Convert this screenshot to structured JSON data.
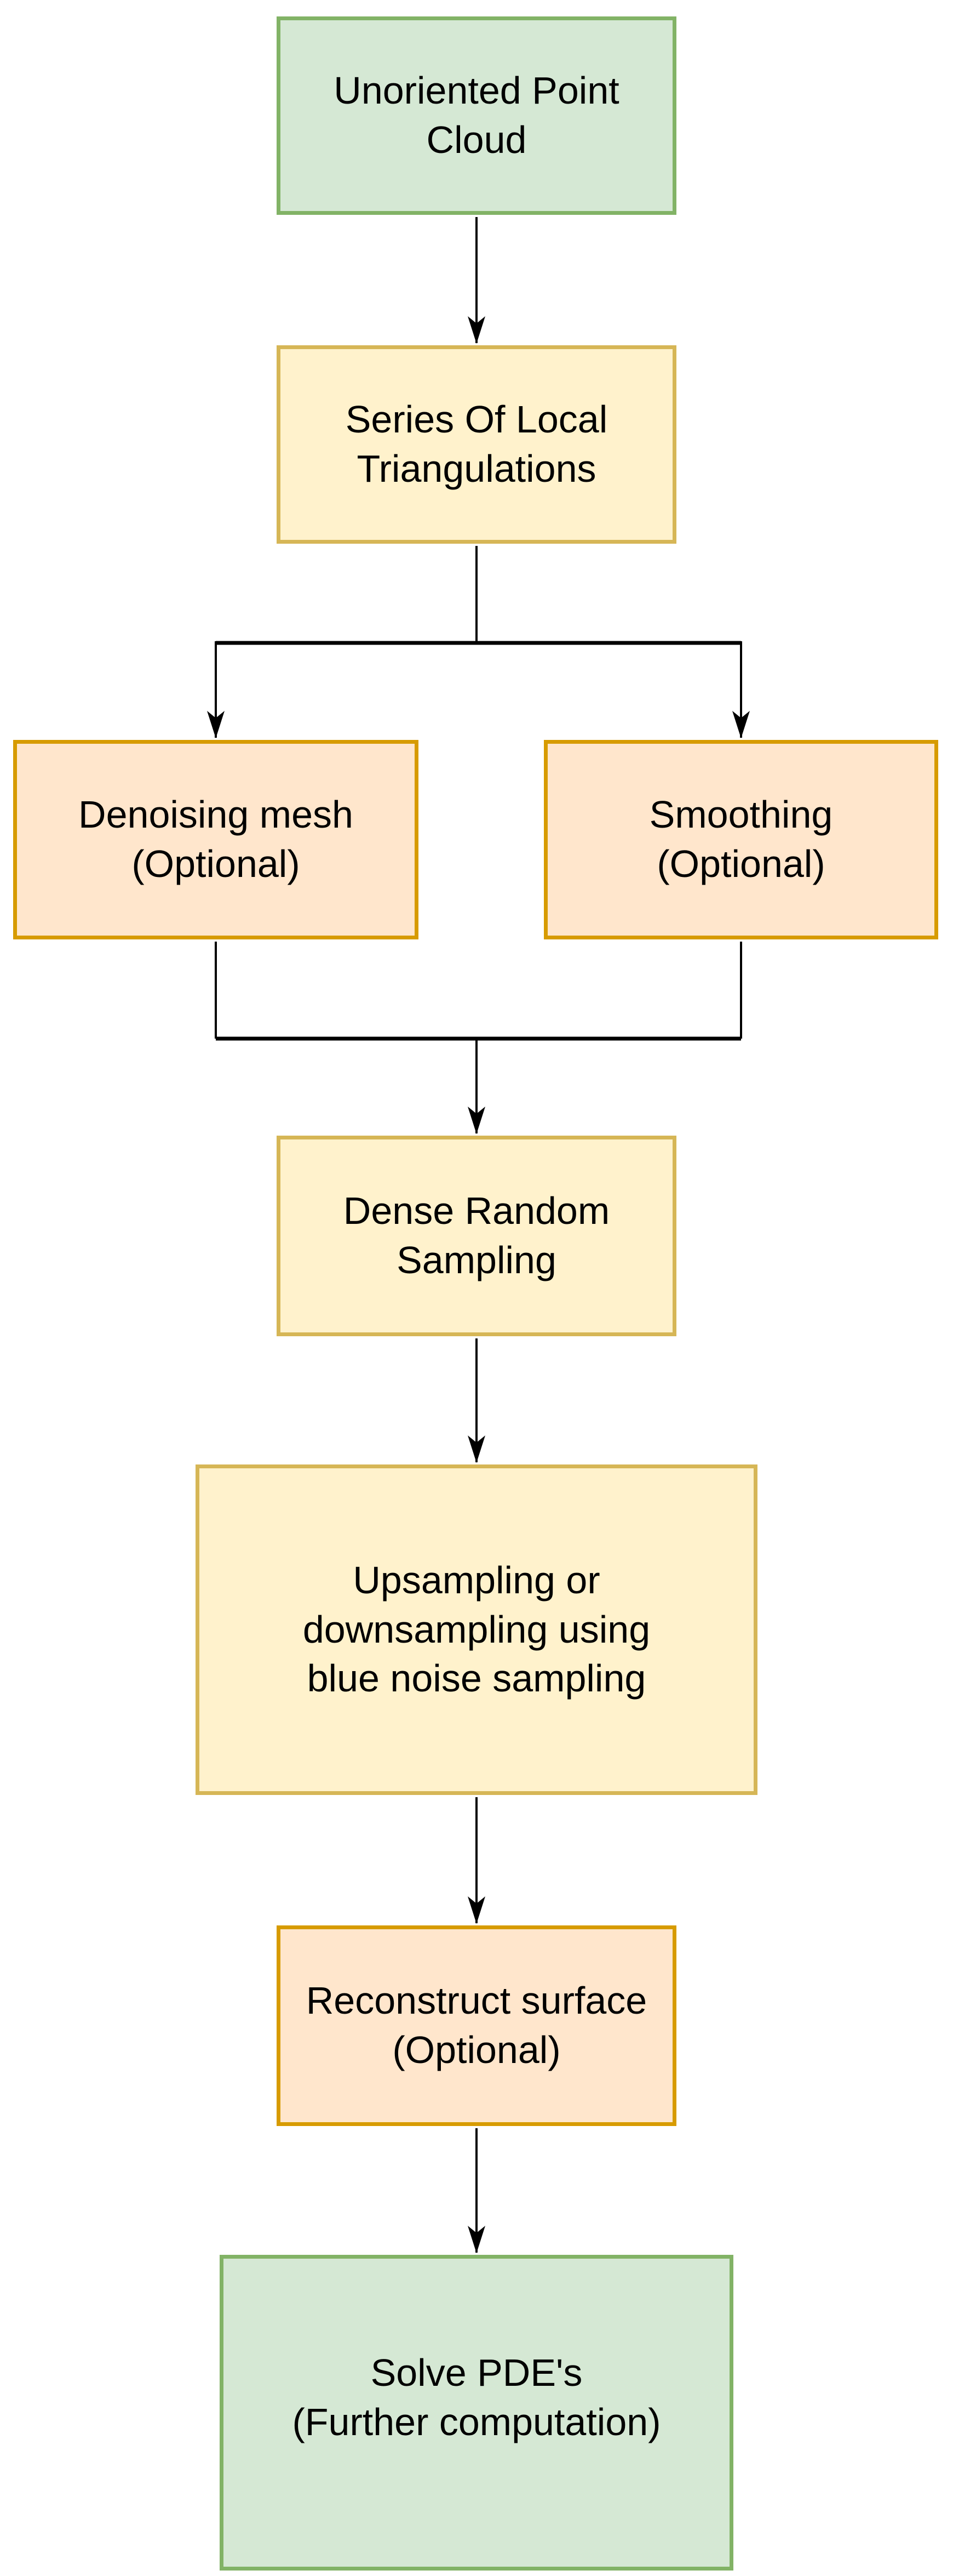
{
  "diagram": {
    "type": "flowchart",
    "direction": "top-down",
    "background": "#ffffff",
    "line_color": "#000000",
    "palette": {
      "green_fill": "#d5e8d4",
      "green_stroke": "#82b366",
      "yellow_fill": "#fff2cc",
      "yellow_stroke": "#d6b656",
      "orange_fill": "#ffe6cc",
      "orange_stroke": "#d79b00"
    },
    "nodes": [
      {
        "id": "unoriented-point-cloud",
        "label": "Unoriented Point\nCloud",
        "fill": "#d5e8d4",
        "stroke": "#82b366"
      },
      {
        "id": "series-of-local-triangulations",
        "label": "Series Of Local\nTriangulations",
        "fill": "#fff2cc",
        "stroke": "#d6b656"
      },
      {
        "id": "denoising-mesh",
        "label": "Denoising mesh\n(Optional)",
        "fill": "#ffe6cc",
        "stroke": "#d79b00"
      },
      {
        "id": "smoothing",
        "label": "Smoothing\n(Optional)",
        "fill": "#ffe6cc",
        "stroke": "#d79b00"
      },
      {
        "id": "dense-random-sampling",
        "label": "Dense Random\nSampling",
        "fill": "#fff2cc",
        "stroke": "#d6b656"
      },
      {
        "id": "blue-noise-sampling",
        "label": "Upsampling or\ndownsampling using\nblue noise sampling",
        "fill": "#fff2cc",
        "stroke": "#d6b656"
      },
      {
        "id": "reconstruct-surface",
        "label": "Reconstruct surface\n(Optional)",
        "fill": "#ffe6cc",
        "stroke": "#d79b00"
      },
      {
        "id": "solve-pdes",
        "label": "Solve PDE's\n(Further computation)",
        "fill": "#d5e8d4",
        "stroke": "#82b366"
      }
    ],
    "edges": [
      {
        "from": "unoriented-point-cloud",
        "to": "series-of-local-triangulations"
      },
      {
        "from": "series-of-local-triangulations",
        "to": "denoising-mesh"
      },
      {
        "from": "series-of-local-triangulations",
        "to": "smoothing"
      },
      {
        "from": "denoising-mesh",
        "to": "dense-random-sampling"
      },
      {
        "from": "smoothing",
        "to": "dense-random-sampling"
      },
      {
        "from": "dense-random-sampling",
        "to": "blue-noise-sampling"
      },
      {
        "from": "blue-noise-sampling",
        "to": "reconstruct-surface"
      },
      {
        "from": "reconstruct-surface",
        "to": "solve-pdes"
      }
    ]
  }
}
